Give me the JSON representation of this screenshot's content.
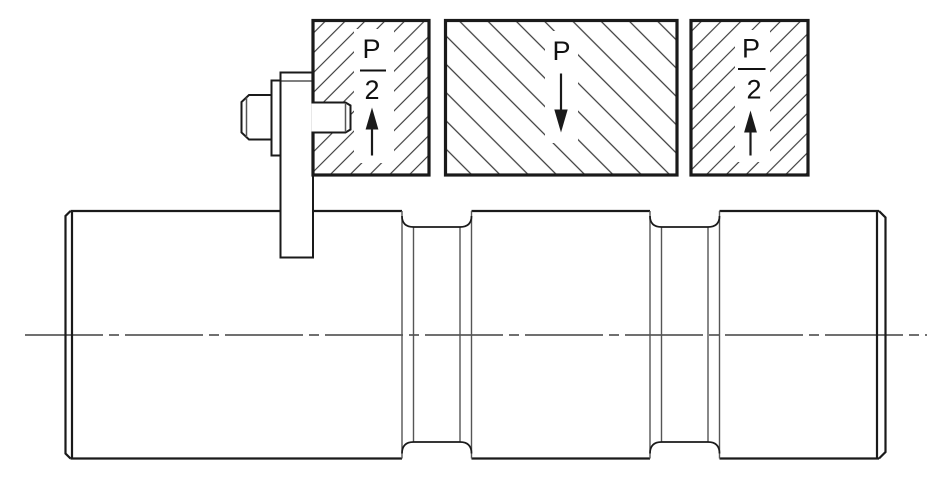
{
  "loads": {
    "left": {
      "numerator": "P",
      "denominator": "2",
      "direction": "up"
    },
    "center": {
      "label": "P",
      "direction": "down"
    },
    "right": {
      "numerator": "P",
      "denominator": "2",
      "direction": "up"
    }
  },
  "colors": {
    "background": "#ffffff",
    "outline": "#1a1a1a",
    "detail": "#555555",
    "hatch": "#3a3a3a",
    "label": "#111111",
    "fixture_fill": "#ffffff"
  }
}
